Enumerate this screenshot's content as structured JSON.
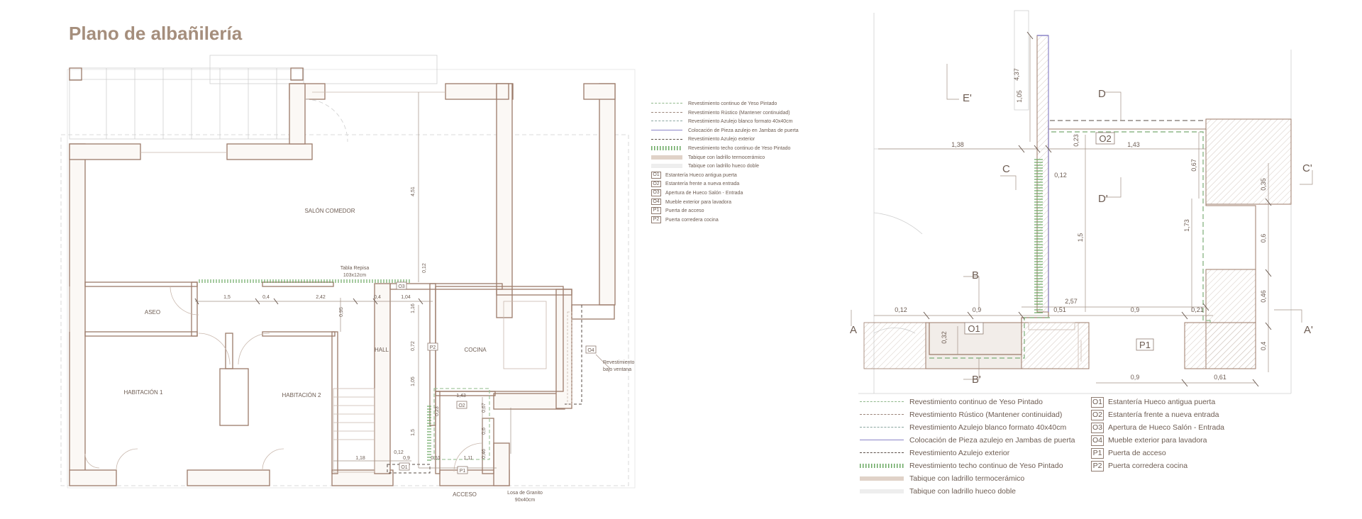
{
  "title": "Plano de albañilería",
  "rooms": {
    "salon": "SALÓN COMEDOR",
    "aseo": "ASEO",
    "hab1": "HABITACIÓN 1",
    "hab2": "HABITACIÓN 2",
    "hall": "HALL",
    "cocina": "COCINA",
    "acceso": "ACCESO"
  },
  "notes": {
    "tabla_1": "Tabla Repisa",
    "tabla_2": "103x12cm",
    "rev_1": "Revestimiento",
    "rev_2": "bajo ventana",
    "losa_1": "Losa de Granito",
    "losa_2": "90x40cm"
  },
  "tags": {
    "o1": "O1",
    "o2": "O2",
    "o3": "O3",
    "o4": "O4",
    "p1": "P1",
    "p2": "P2"
  },
  "dims_plan": {
    "d1": "1,5",
    "d2": "0,4",
    "d3": "2,42",
    "d4": "0,4",
    "d5": "1,04",
    "d6": "4,51",
    "d7": "0,12",
    "d8": "0,95",
    "d9": "1,16",
    "d10": "0,72",
    "d11": "1,05",
    "d12": "1,43",
    "d13": "0,23",
    "d14": "0,67",
    "d15": "1,5",
    "d16": "0,6",
    "d17": "0,46",
    "d18": "1,18",
    "d19": "0,9",
    "d20": "0,51",
    "d21": "1,11",
    "d22": "0,12"
  },
  "detail": {
    "sections": {
      "a": "A",
      "a2": "A'",
      "b": "B",
      "b2": "B'",
      "c": "C",
      "c2": "C'",
      "d": "D",
      "d2": "D'",
      "e2": "E'"
    },
    "dims": {
      "h437": "4,37",
      "h105": "1,05",
      "w138": "1,38",
      "w143": "1,43",
      "h023": "0,23",
      "h067": "0,67",
      "h012": "0,12",
      "h15": "1,5",
      "h173": "1,73",
      "h035": "0,35",
      "h06": "0,6",
      "h046": "0,46",
      "h04": "0,4",
      "w012": "0,12",
      "w09a": "0,9",
      "w257": "2,57",
      "w051": "0,51",
      "w09b": "0,9",
      "w021": "0,21",
      "h032": "0,32",
      "w09c": "0,9",
      "w061": "0,61"
    }
  },
  "legend": {
    "lines": [
      {
        "label": "Revestimiento continuo de Yeso Pintado",
        "color": "#8fb88a",
        "style": "dashed"
      },
      {
        "label": "Revestimiento Rústico (Mantener continuidad)",
        "color": "#9a8478",
        "style": "dashed"
      },
      {
        "label": "Revestimiento Azulejo blanco formato 40x40cm",
        "color": "#8aa6a0",
        "style": "dashed"
      },
      {
        "label": "Colocación de Pieza azulejo en Jambas de puerta",
        "color": "#8b84c8",
        "style": "solid"
      },
      {
        "label": "Revestimiento Azulejo exterior",
        "color": "#5a4d46",
        "style": "dashed"
      },
      {
        "label": "Revestimiento techo continuo de Yeso Pintado",
        "color": "#6aa862",
        "style": "hatch"
      },
      {
        "label": "Tabique con ladrillo termocerámico",
        "color": "#e0d2c8",
        "style": "fill"
      },
      {
        "label": "Tabique con ladrillo hueco doble",
        "color": "#eeeeee",
        "style": "fill"
      }
    ],
    "codes": [
      {
        "code": "O1",
        "label": "Estantería Hueco antigua puerta"
      },
      {
        "code": "O2",
        "label": "Estantería frente a nueva entrada"
      },
      {
        "code": "O3",
        "label": "Apertura de Hueco Salón - Entrada"
      },
      {
        "code": "O4",
        "label": "Mueble exterior para lavadora"
      },
      {
        "code": "P1",
        "label": "Puerta de acceso"
      },
      {
        "code": "P2",
        "label": "Puerta corredera cocina"
      }
    ]
  }
}
